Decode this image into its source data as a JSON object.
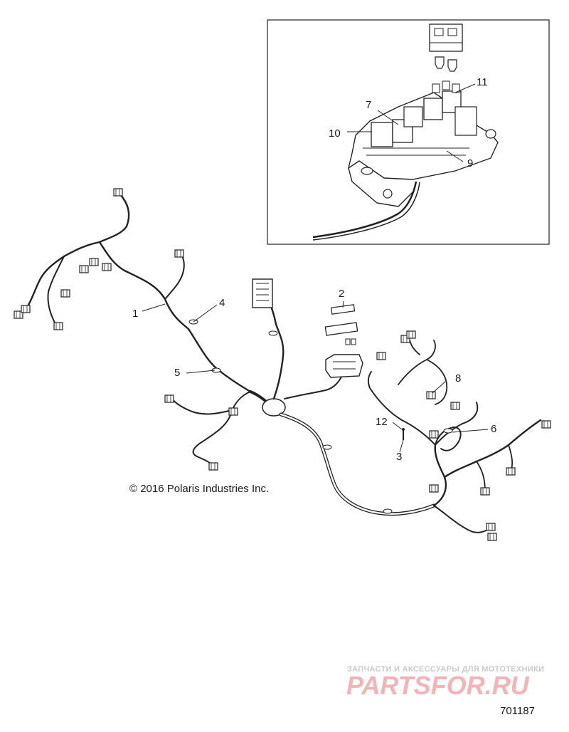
{
  "callouts": {
    "c1": "1",
    "c2": "2",
    "c3": "3",
    "c4": "4",
    "c5": "5",
    "c6": "6",
    "c7": "7",
    "c8": "8",
    "c9": "9",
    "c10": "10",
    "c11": "11",
    "c12": "12"
  },
  "copyright": "© 2016 Polaris Industries Inc.",
  "watermark": {
    "tagline": "ЗАПЧАСТИ И АКСЕССУАРЫ ДЛЯ МОТОТЕХНИКИ",
    "logo": "PARTSFOR.RU",
    "color": "#f2a7ab"
  },
  "diagram_id": "701187"
}
